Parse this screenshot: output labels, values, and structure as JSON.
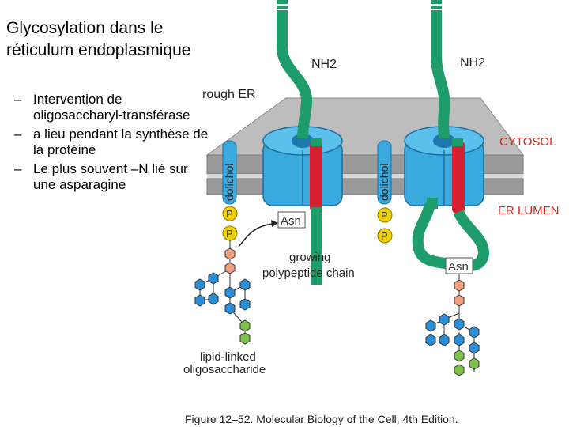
{
  "slide": {
    "title": "Glycosylation dans le réticulum endoplasmique",
    "bullets": [
      "Intervention de oligosaccharyl-transférase",
      "a lieu pendant la synthèse de la protéine",
      "Le plus souvent –N lié sur une asparagine"
    ],
    "bullet_marker": "–"
  },
  "diagram": {
    "labels": {
      "nh2_left": "NH2",
      "nh2_right": "NH2",
      "rough_er": "rough ER",
      "cytosol": "CYTOSOL",
      "er_lumen": "ER LUMEN",
      "dolichol_left": "dolichol",
      "dolichol_right": "dolichol",
      "asn_left": "Asn",
      "asn_right": "Asn",
      "p": "P",
      "growing_1": "growing",
      "growing_2": "polypeptide chain",
      "lipid_1": "lipid-linked",
      "lipid_2": "oligosaccharide"
    },
    "caption": "Figure 12–52. Molecular Biology of the Cell, 4th Edition.",
    "colors": {
      "polypeptide": "#1e9c6a",
      "translocon": "#3aa9de",
      "membrane_top": "#b8b8b8",
      "membrane_band": "#8e8e8e",
      "red_segment": "#d42030",
      "phosphate": "#f0d000",
      "hexagon_blue": "#2a8fd6",
      "hexagon_green": "#7cc24a",
      "hexagon_pink": "#f0a080",
      "cytosol_label": "#d4261c",
      "er_lumen_label": "#d4261c"
    }
  }
}
